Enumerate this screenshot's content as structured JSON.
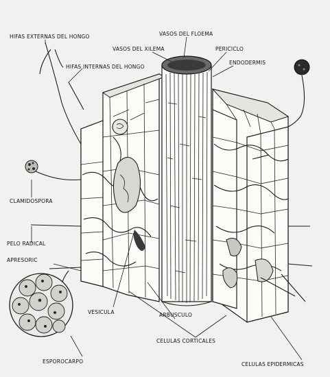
{
  "figure": {
    "labels": {
      "hifas_externas": "HIFAS EXTERNAS DEL HONGO",
      "hifas_internas": "HIFAS INTERNAS DEL HONGO",
      "vasos_floema": "VASOS DEL FLOEMA",
      "vasos_xilema": "VASOS DEL XILEMA",
      "periciclo": "PERICICLO",
      "endodermis": "ENDODERMIS",
      "clamidospora": "CLAMIDOSPORA",
      "pelo_radical": "PELO RADICAL",
      "apresorio": "APRESORIC",
      "vesicula": "VESICULA",
      "arbusculo": "ARBUSCULO",
      "celulas_corticales": "CELULAS CORTICALES",
      "esporocarpo": "ESPOROCARPO",
      "celulas_epidermicas": "CELULAS EPIDERMICAS"
    },
    "colors": {
      "ink": "#1a1a1a",
      "paper": "#f1f1ef"
    }
  }
}
